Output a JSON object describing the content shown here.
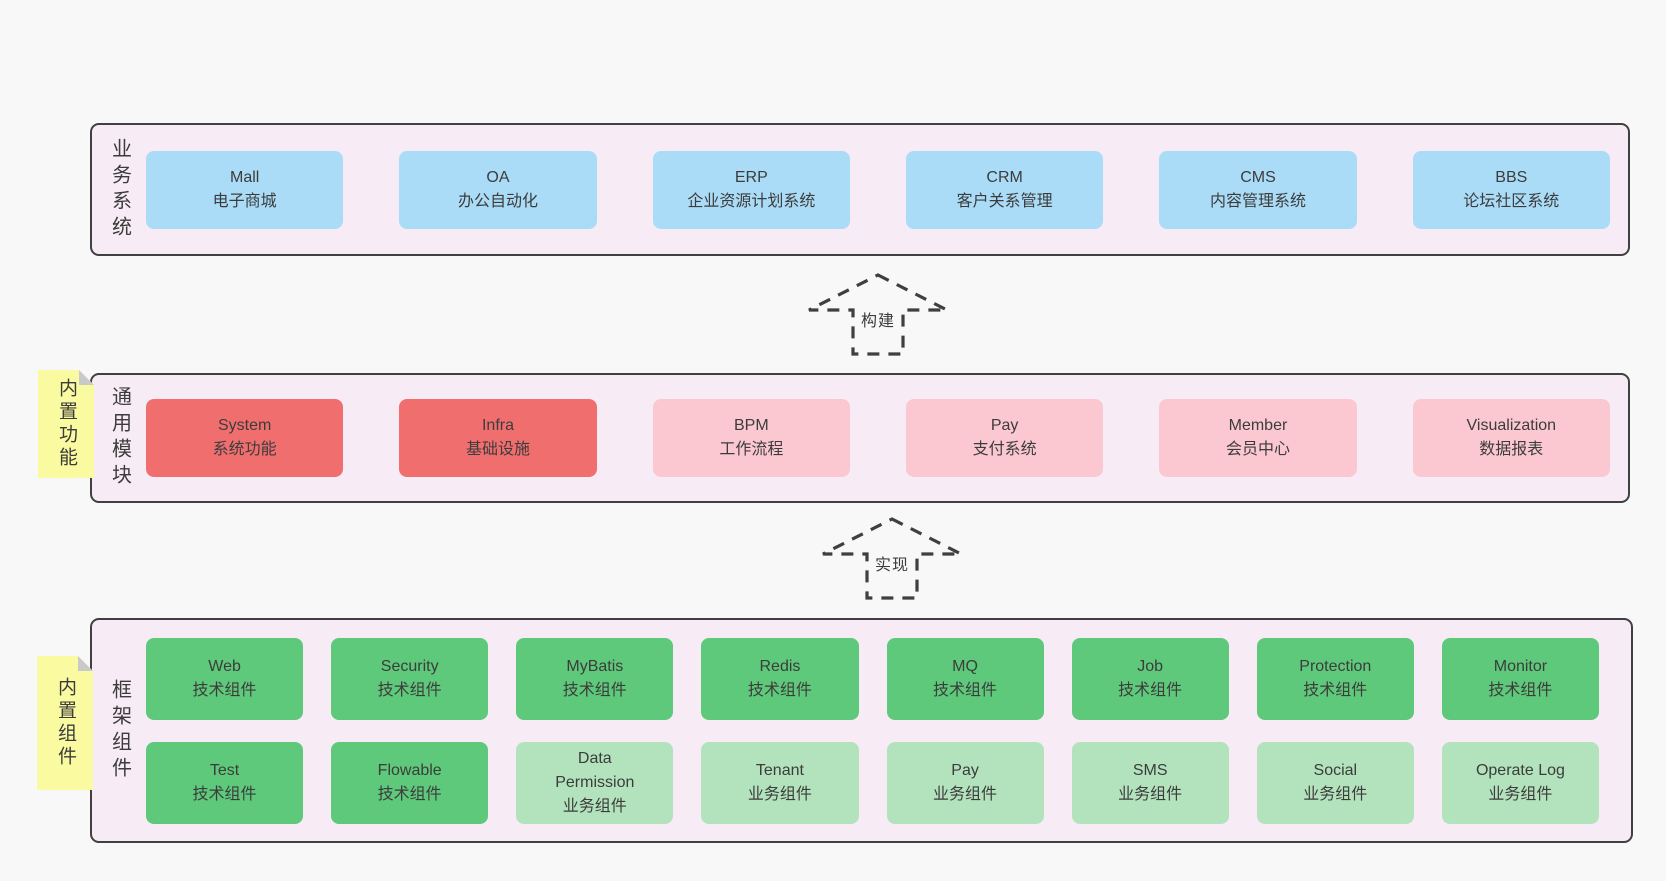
{
  "colors": {
    "page-bg": "#f8f8f8",
    "band-bg": "#f7ecf5",
    "band-border": "#404040",
    "box-blue": "#aadcf7",
    "box-red": "#f16e6e",
    "box-pink": "#fbc8d1",
    "box-green": "#5ec97a",
    "box-light-green": "#b3e3bd",
    "sticky-yellow": "#fafaa0",
    "sticky-fold": "#c9c9c9",
    "text": "#3c3c3c",
    "arrow": "#3f3f3f"
  },
  "bands": [
    {
      "name": "business-systems",
      "label": "业务系统",
      "boxes": [
        {
          "name": "Mall",
          "desc": "电子商城"
        },
        {
          "name": "OA",
          "desc": "办公自动化"
        },
        {
          "name": "ERP",
          "desc": "企业资源计划系统"
        },
        {
          "name": "CRM",
          "desc": "客户关系管理"
        },
        {
          "name": "CMS",
          "desc": "内容管理系统"
        },
        {
          "name": "BBS",
          "desc": "论坛社区系统"
        }
      ]
    },
    {
      "name": "common-modules",
      "label": "通用模块",
      "sticky": "内置功能",
      "boxes": [
        {
          "name": "System",
          "desc": "系统功能"
        },
        {
          "name": "Infra",
          "desc": "基础设施"
        },
        {
          "name": "BPM",
          "desc": "工作流程"
        },
        {
          "name": "Pay",
          "desc": "支付系统"
        },
        {
          "name": "Member",
          "desc": "会员中心"
        },
        {
          "name": "Visualization",
          "desc": "数据报表"
        }
      ]
    },
    {
      "name": "framework-components",
      "label": "框架组件",
      "sticky": "内置组件",
      "rows": [
        [
          {
            "name": "Web",
            "desc": "技术组件"
          },
          {
            "name": "Security",
            "desc": "技术组件"
          },
          {
            "name": "MyBatis",
            "desc": "技术组件"
          },
          {
            "name": "Redis",
            "desc": "技术组件"
          },
          {
            "name": "MQ",
            "desc": "技术组件"
          },
          {
            "name": "Job",
            "desc": "技术组件"
          },
          {
            "name": "Protection",
            "desc": "技术组件"
          },
          {
            "name": "Monitor",
            "desc": "技术组件"
          }
        ],
        [
          {
            "name": "Test",
            "desc": "技术组件"
          },
          {
            "name": "Flowable",
            "desc": "技术组件"
          },
          {
            "name": "Data\nPermission",
            "desc": "业务组件"
          },
          {
            "name": "Tenant",
            "desc": "业务组件"
          },
          {
            "name": "Pay",
            "desc": "业务组件"
          },
          {
            "name": "SMS",
            "desc": "业务组件"
          },
          {
            "name": "Social",
            "desc": "业务组件"
          },
          {
            "name": "Operate Log",
            "desc": "业务组件"
          }
        ]
      ]
    }
  ],
  "arrows": [
    {
      "label": "构建"
    },
    {
      "label": "实现"
    }
  ]
}
